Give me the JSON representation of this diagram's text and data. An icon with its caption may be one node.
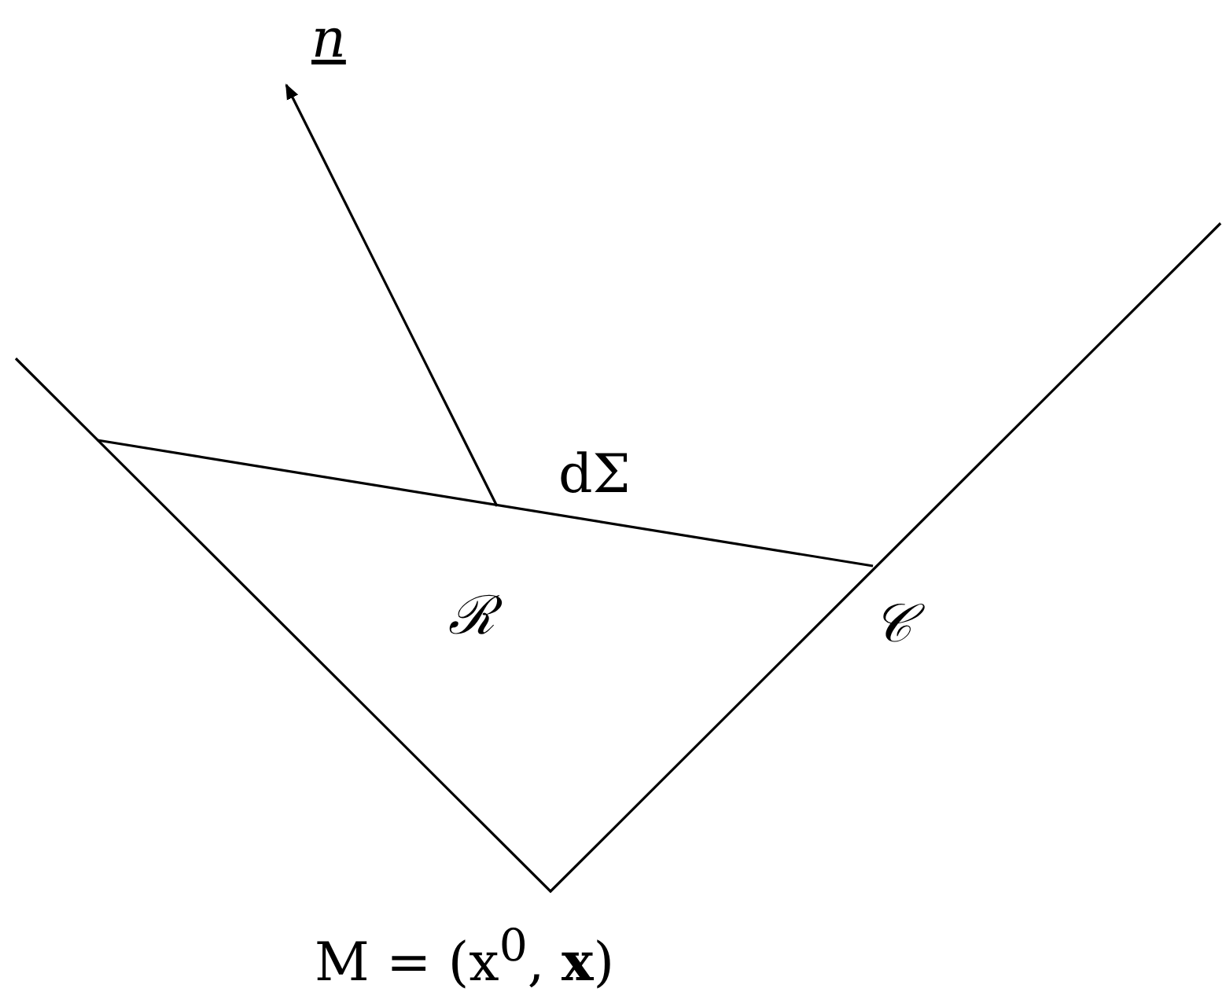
{
  "diagram": {
    "labels": [
      "n",
      "dΣ",
      "ℛ",
      "𝒞",
      "M = (x$^{0}$, **x**)"
    ]
  }
}
